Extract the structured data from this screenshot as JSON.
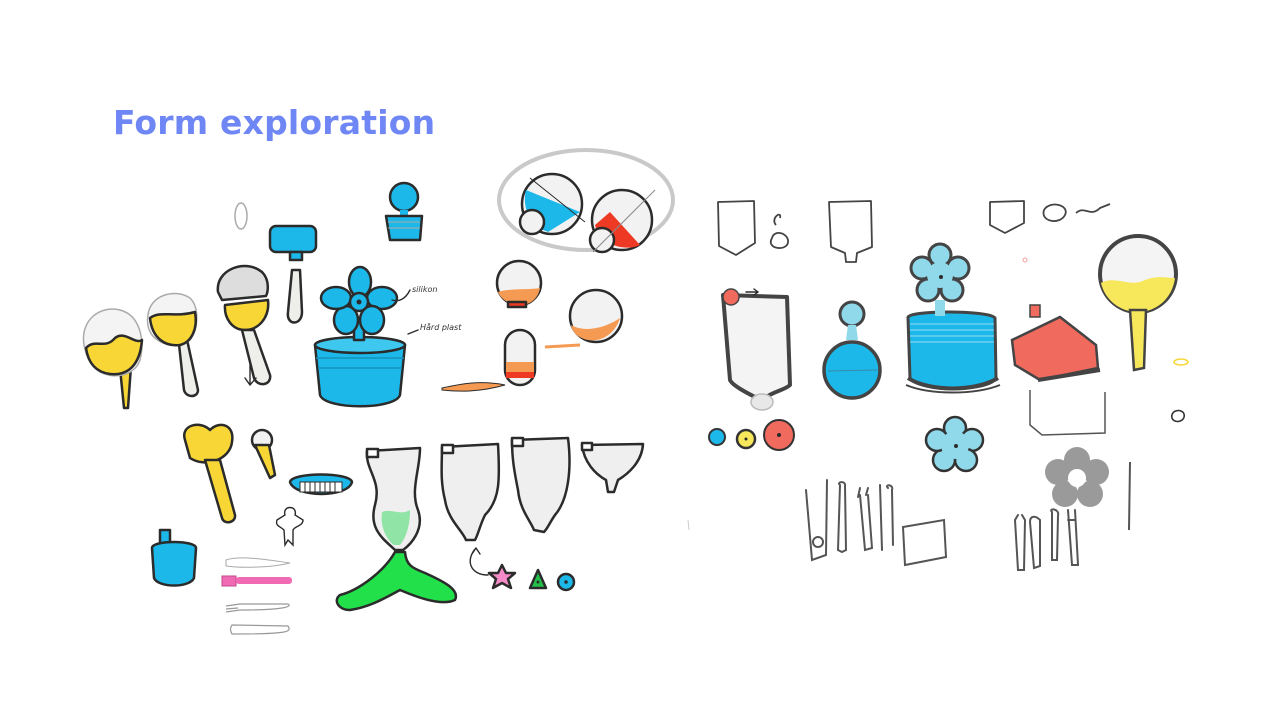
{
  "slide": {
    "title": "Form exploration",
    "title_color": "#6f86f5",
    "background": "#ffffff"
  },
  "annotations": {
    "silicone_label": "silikon",
    "hard_plastic_label": "Hård plast"
  },
  "palette": {
    "blue": "#1cb8ea",
    "light_blue": "#8fd9ea",
    "yellow": "#f7d636",
    "orange": "#f59a52",
    "red": "#ee3a24",
    "coral": "#f06a5e",
    "green": "#22e04a",
    "pink": "#f06ab4",
    "gray": "#9a9a9a",
    "outline": "#2b2b2b"
  },
  "sketch_groups": [
    {
      "name": "maraca-rattles",
      "count": 3
    },
    {
      "name": "fan-flower-cup",
      "count": 1
    },
    {
      "name": "lightbulb-shapes-circled",
      "count": 2
    },
    {
      "name": "orange-fill-bulbs",
      "count": 3
    },
    {
      "name": "teether-toys",
      "count": 6
    },
    {
      "name": "squeeze-pouches",
      "count": 4
    },
    {
      "name": "shape-stamps",
      "count": 3
    },
    {
      "name": "pouch-outlines",
      "count": 3
    },
    {
      "name": "flower-toppers",
      "count": 3
    },
    {
      "name": "utensil-sketches",
      "count": 2
    }
  ]
}
